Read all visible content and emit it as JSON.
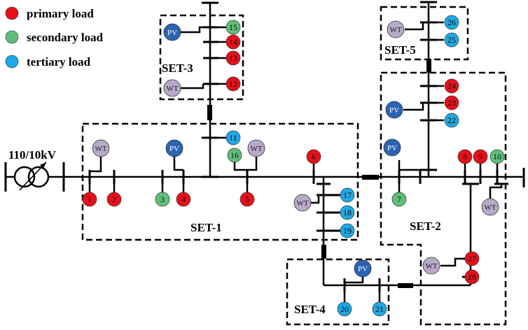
{
  "colors": {
    "primary": "#e8101a",
    "secondary": "#5fbf7a",
    "tertiary": "#1ea8e6",
    "pv": "#2a64b4",
    "wt": "#b7a9c8"
  },
  "legend": [
    {
      "label": "primary load",
      "kind": "primary"
    },
    {
      "label": "secondary load",
      "kind": "secondary"
    },
    {
      "label": "tertiary load",
      "kind": "tertiary"
    }
  ],
  "transformer_label": "110/10kV",
  "sets": [
    {
      "id": "set1",
      "label": "SET-1"
    },
    {
      "id": "set2",
      "label": "SET-2"
    },
    {
      "id": "set3",
      "label": "SET-3"
    },
    {
      "id": "set4",
      "label": "SET-4"
    },
    {
      "id": "set5",
      "label": "SET-5"
    }
  ],
  "nodes": [
    {
      "id": "1",
      "kind": "primary"
    },
    {
      "id": "2",
      "kind": "primary"
    },
    {
      "id": "3",
      "kind": "secondary"
    },
    {
      "id": "4",
      "kind": "primary"
    },
    {
      "id": "5",
      "kind": "primary"
    },
    {
      "id": "6",
      "kind": "primary"
    },
    {
      "id": "7",
      "kind": "secondary"
    },
    {
      "id": "8",
      "kind": "primary"
    },
    {
      "id": "9",
      "kind": "primary"
    },
    {
      "id": "10",
      "kind": "secondary"
    },
    {
      "id": "11",
      "kind": "tertiary"
    },
    {
      "id": "12",
      "kind": "primary"
    },
    {
      "id": "13",
      "kind": "primary"
    },
    {
      "id": "14",
      "kind": "primary"
    },
    {
      "id": "15",
      "kind": "secondary"
    },
    {
      "id": "16",
      "kind": "secondary"
    },
    {
      "id": "17",
      "kind": "tertiary"
    },
    {
      "id": "18",
      "kind": "tertiary"
    },
    {
      "id": "19",
      "kind": "tertiary"
    },
    {
      "id": "20",
      "kind": "tertiary"
    },
    {
      "id": "21",
      "kind": "tertiary"
    },
    {
      "id": "22",
      "kind": "tertiary"
    },
    {
      "id": "23",
      "kind": "primary"
    },
    {
      "id": "24",
      "kind": "primary"
    },
    {
      "id": "25",
      "kind": "tertiary"
    },
    {
      "id": "26",
      "kind": "tertiary"
    },
    {
      "id": "27",
      "kind": "primary"
    },
    {
      "id": "28",
      "kind": "primary"
    }
  ],
  "generators": [
    {
      "id": "wt_s1a",
      "label": "WT",
      "kind": "wt"
    },
    {
      "id": "pv_s1",
      "label": "PV",
      "kind": "pv"
    },
    {
      "id": "wt_s1b",
      "label": "WT",
      "kind": "wt"
    },
    {
      "id": "wt_s1c",
      "label": "WT",
      "kind": "wt"
    },
    {
      "id": "pv_s3",
      "label": "PV",
      "kind": "pv"
    },
    {
      "id": "wt_s3",
      "label": "WT",
      "kind": "wt"
    },
    {
      "id": "wt_s5",
      "label": "WT",
      "kind": "wt"
    },
    {
      "id": "pv_s2a",
      "label": "PV",
      "kind": "pv"
    },
    {
      "id": "pv_s2b",
      "label": "PV",
      "kind": "pv"
    },
    {
      "id": "wt_s2a",
      "label": "WT",
      "kind": "wt"
    },
    {
      "id": "wt_s2b",
      "label": "WT",
      "kind": "wt"
    },
    {
      "id": "pv_s4",
      "label": "PV",
      "kind": "pv"
    }
  ]
}
